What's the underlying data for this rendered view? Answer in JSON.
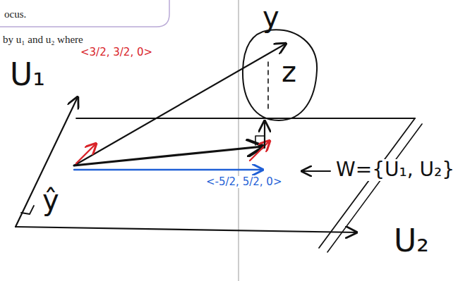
{
  "diagram": {
    "nodes": [
      {
        "text": [
          "z"
        ]
      }
    ],
    "labels": [
      "ocus.",
      "by u₁ and u₂ where",
      "y",
      "U₁",
      "<3/2, 3/2, 0>",
      "ŷ",
      "<-5/2, 5/2, 0>",
      "W={U₁, U₂}",
      "U₂"
    ]
  }
}
